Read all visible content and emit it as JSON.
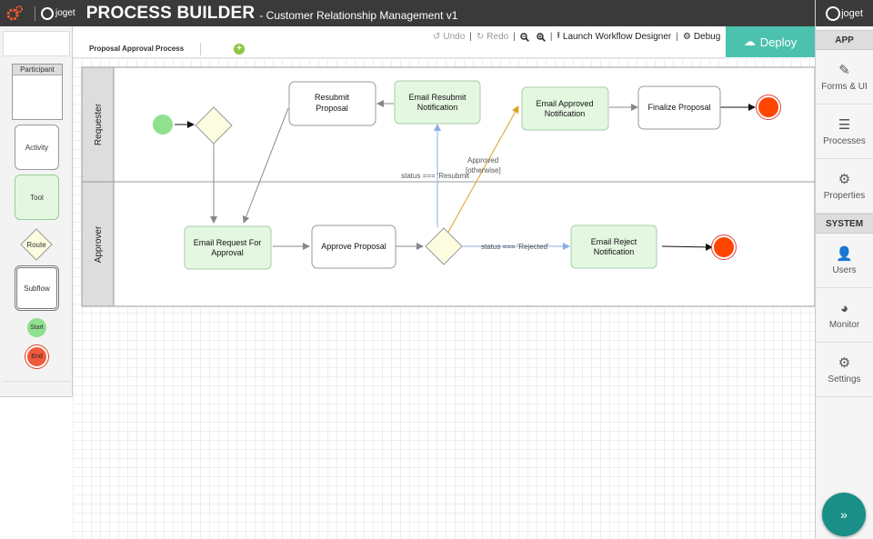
{
  "header": {
    "app_name": "PROCESS BUILDER",
    "app_subtitle": "- Customer Relationship Management v1",
    "logo_text": "joget"
  },
  "palette": {
    "participant": "Participant",
    "activity": "Activity",
    "tool": "Tool",
    "route": "Route",
    "subflow": "Subflow",
    "start": "Start",
    "end": "End"
  },
  "tabs": [
    {
      "label": "Proposal Approval Process"
    }
  ],
  "toolbar": {
    "undo": "Undo",
    "redo": "Redo",
    "launch": "Launch Workflow Designer",
    "debug": "Debug",
    "deploy": "Deploy"
  },
  "diagram": {
    "lanes": [
      "Requester",
      "Approver"
    ],
    "nodes": {
      "resubmit_proposal": [
        "Resubmit",
        "Proposal"
      ],
      "email_resubmit": [
        "Email Resubmit",
        "Notification"
      ],
      "email_approved": [
        "Email Approved",
        "Notification"
      ],
      "finalize": [
        "Finalize Proposal"
      ],
      "email_request": [
        "Email Request For",
        "Approval"
      ],
      "approve": [
        "Approve Proposal"
      ],
      "email_reject": [
        "Email Reject",
        "Notification"
      ]
    },
    "conditions": {
      "resubmit": "status === 'Resubmit",
      "approved": "Approved",
      "otherwise": "[otherwise]",
      "rejected": "status === 'Rejected'"
    }
  },
  "sidebar": {
    "logo_text": "joget",
    "app_section": "APP",
    "system_section": "SYSTEM",
    "items": {
      "forms": "Forms & UI",
      "processes": "Processes",
      "properties": "Properties",
      "users": "Users",
      "monitor": "Monitor",
      "settings": "Settings"
    }
  },
  "colors": {
    "deploy": "#4cc2ae",
    "tool_fill": "#e4f8e1",
    "start": "#8fe08f",
    "end": "#f05a3c"
  }
}
